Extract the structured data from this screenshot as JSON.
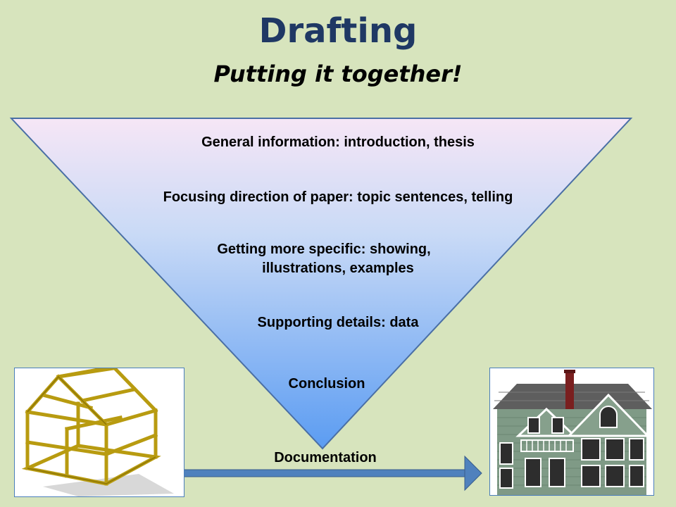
{
  "title": "Drafting",
  "subtitle": "Putting it together!",
  "funnel_levels": [
    "General information: introduction, thesis",
    "Focusing direction of paper:  topic sentences, telling",
    "Getting more specific: showing,",
    "illustrations, examples",
    "Supporting details: data",
    "Conclusion"
  ],
  "bottom_label": "Documentation",
  "colors": {
    "title": "#1f3864",
    "background": "#d7e4bd",
    "arrow": "#4f81bd"
  },
  "icons": {
    "left_image": "house-frame-icon",
    "right_image": "finished-house-icon"
  }
}
